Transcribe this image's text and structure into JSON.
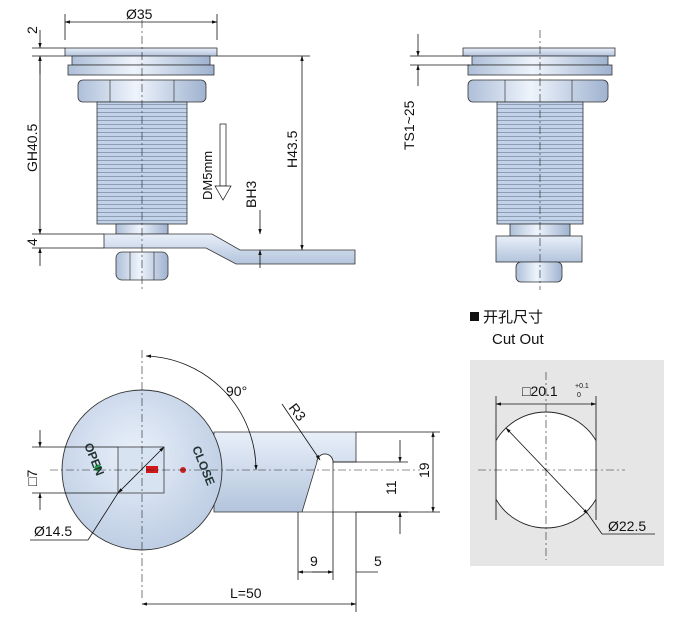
{
  "side_view": {
    "diameter_label": "Ø35",
    "flange_label": "2",
    "grip_label": "GH40.5",
    "height_label": "H43.5",
    "thread_label": "DM5mm",
    "cam_height_label": "BH3",
    "cam_offset_label": "4"
  },
  "end_view": {
    "thickness_label": "TS1~25"
  },
  "cutout": {
    "heading_zh": "开孔尺寸",
    "heading_en": "Cut Out",
    "flat_label": "□20.1",
    "tol_upper": "+0.1",
    "tol_lower": "0",
    "diameter_label": "Ø22.5"
  },
  "front_view": {
    "angle_label": "90°",
    "radius_label": "R3",
    "square_label": "□7",
    "bore_label": "Ø14.5",
    "open_text": "OPEN",
    "close_text": "CLOSE",
    "slot_width_label": "11",
    "cam_width_label": "19",
    "slot_depth_label": "9",
    "tip_label": "5",
    "length_label": "L=50",
    "open_dot_color": "#22a04a",
    "close_dot_color": "#d02020"
  },
  "colors": {
    "metal": "#c9daf0",
    "cutout_bg": "#e6e6e6"
  }
}
